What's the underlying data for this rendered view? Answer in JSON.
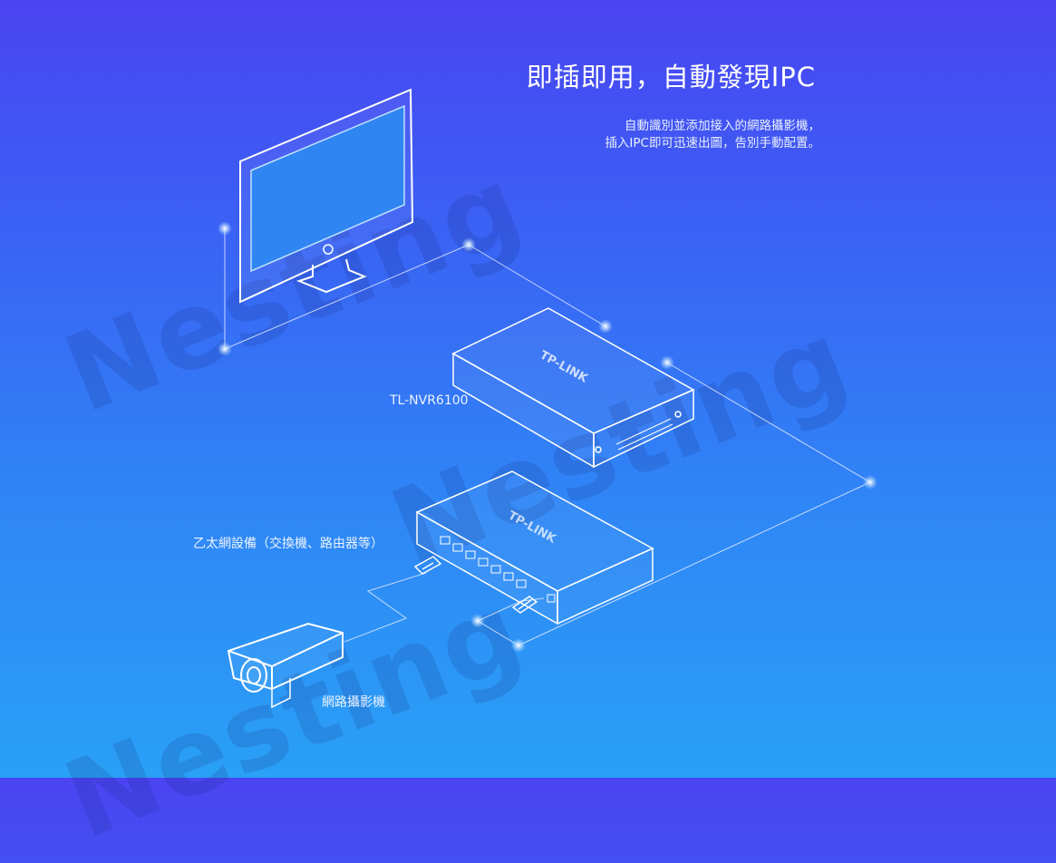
{
  "heading": "即插即用，自動發現IPC",
  "description_lines": [
    "自動識別並添加接入的網路攝影機，",
    "插入IPC即可迅速出圖，告別手動配置。"
  ],
  "labels": {
    "nvr": "TL-NVR6100",
    "ethernet": "乙太網設備（交換機、路由器等）",
    "camera": "網路攝影機"
  },
  "device_logo_text": "TP-LINK",
  "watermark": "Nesting",
  "colors": {
    "bg_top": "#4a44f2",
    "bg_bottom": "#2aa0f6",
    "line": "#dfe9ff",
    "node": "#ffffff"
  }
}
